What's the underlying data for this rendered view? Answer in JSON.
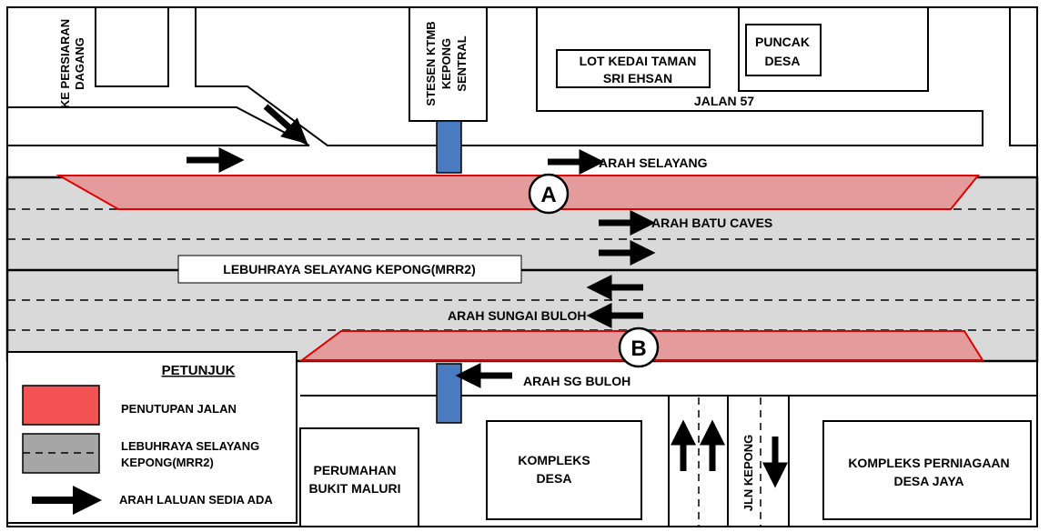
{
  "labels": {
    "ke_persiaran_line1": "KE PERSIARAN",
    "ke_persiaran_line2": "DAGANG",
    "stesen_line1": "STESEN KTMB",
    "stesen_line2": "KEPONG",
    "stesen_line3": "SENTRAL",
    "lot_kedai_line1": "LOT KEDAI TAMAN",
    "lot_kedai_line2": "SRI EHSAN",
    "puncak_line1": "PUNCAK",
    "puncak_line2": "DESA",
    "jalan57": "JALAN 57",
    "arah_selayang": "ARAH SELAYANG",
    "arah_batu_caves": "ARAH BATU CAVES",
    "highway_name": "LEBUHRAYA SELAYANG KEPONG(MRR2)",
    "arah_sungai_buloh": "ARAH SUNGAI BULOH",
    "arah_sg_buloh": "ARAH SG BULOH",
    "marker_a": "A",
    "marker_b": "B",
    "perumahan_line1": "PERUMAHAN",
    "perumahan_line2": "BUKIT MALURI",
    "kompleks_desa_line1": "KOMPLEKS",
    "kompleks_desa_line2": "DESA",
    "jln_kepong": "JLN KEPONG",
    "kompleks_perniagaan_line1": "KOMPLEKS PERNIAGAAN",
    "kompleks_perniagaan_line2": "DESA JAYA"
  },
  "legend": {
    "title": "PETUNJUK",
    "road_closure": "PENUTUPAN JALAN",
    "highway_line1": "LEBUHRAYA SELAYANG",
    "highway_line2": "KEPONG(MRR2)",
    "route": "ARAH LALUAN SEDIA ADA"
  },
  "colors": {
    "closure_fill": "#e49b9b",
    "closure_stroke": "#e00000",
    "highway": "#d9d9d9",
    "station": "#4a7bc0",
    "legend_red": "#f25252",
    "legend_grey": "#a6a6a6"
  },
  "icons": [
    "arrow-right-icon",
    "arrow-left-icon",
    "arrow-up-icon",
    "arrow-down-icon",
    "arrow-diagonal-icon"
  ]
}
